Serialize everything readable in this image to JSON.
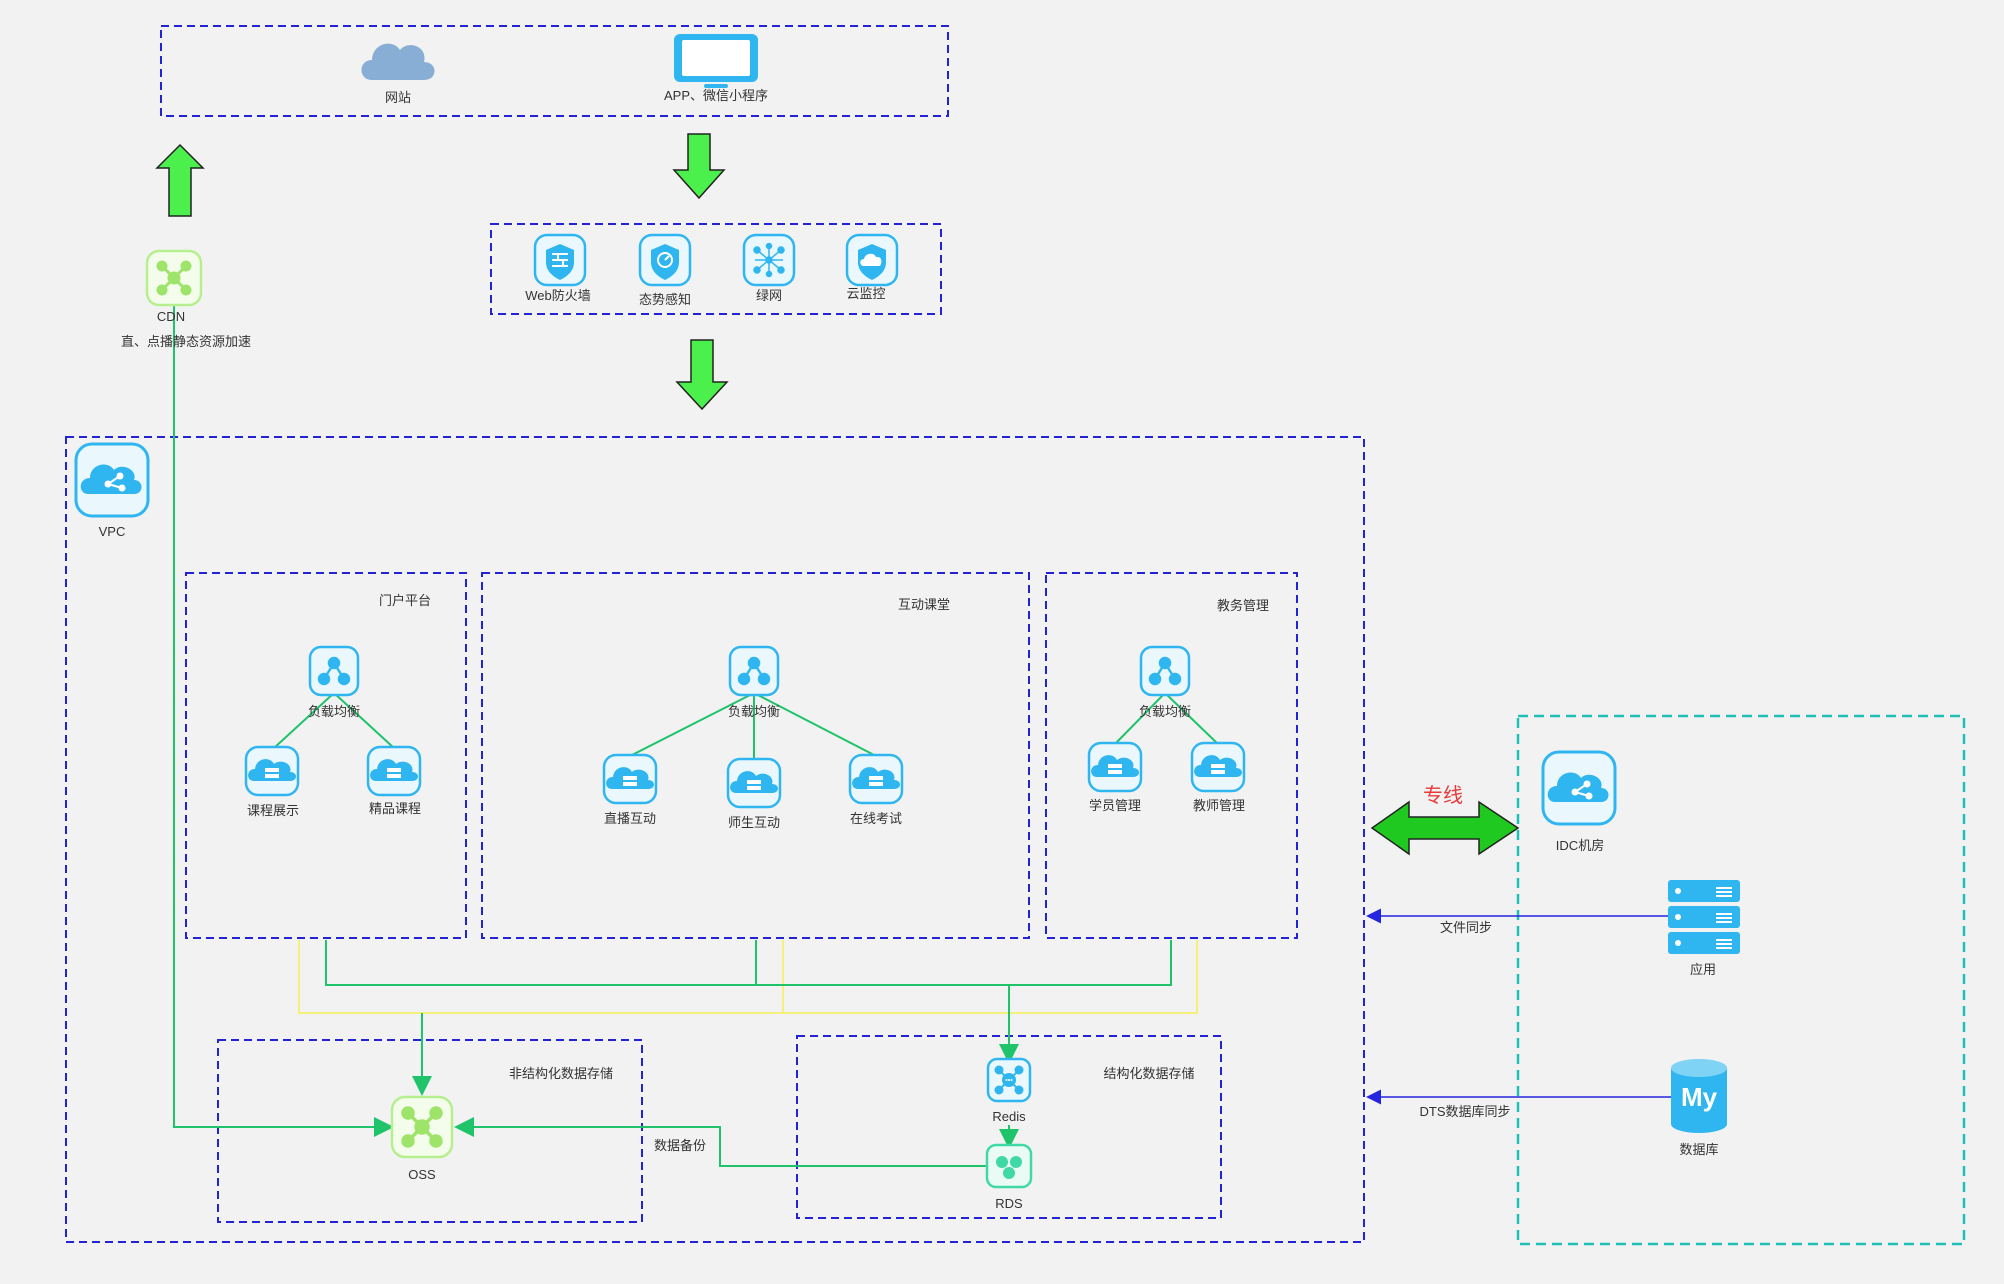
{
  "colors": {
    "box_border": "#2323d6",
    "idc_border": "#1fbfb8",
    "icon_blue": "#2fb6f0",
    "icon_green": "#9ee36a",
    "line_green": "#1ec36a",
    "line_yellow": "#f4f07a",
    "line_blue": "#2525e0",
    "big_arrow": "#4cf04c",
    "label_red": "#e83a3a"
  },
  "top_clients": {
    "website": "网站",
    "app": "APP、微信小程序"
  },
  "security": {
    "waf": "Web防火墙",
    "situation": "态势感知",
    "green_net": "绿网",
    "cloud_monitor": "云监控"
  },
  "cdn": {
    "name": "CDN",
    "desc": "直、点播静态资源加速"
  },
  "vpc": {
    "name": "VPC"
  },
  "portal": {
    "title": "门户平台",
    "lb": "负载均衡",
    "items": [
      "课程展示",
      "精品课程"
    ]
  },
  "classroom": {
    "title": "互动课堂",
    "lb": "负载均衡",
    "items": [
      "直播互动",
      "师生互动",
      "在线考试"
    ]
  },
  "affairs": {
    "title": "教务管理",
    "lb": "负载均衡",
    "items": [
      "学员管理",
      "教师管理"
    ]
  },
  "unstructured": {
    "title": "非结构化数据存储",
    "oss": "OSS",
    "backup": "数据备份"
  },
  "structured": {
    "title": "结构化数据存储",
    "redis": "Redis",
    "rds": "RDS"
  },
  "idc": {
    "line": "专线",
    "name": "IDC机房",
    "app": "应用",
    "db": "数据库",
    "file_sync": "文件同步",
    "dts_sync": "DTS数据库同步"
  }
}
